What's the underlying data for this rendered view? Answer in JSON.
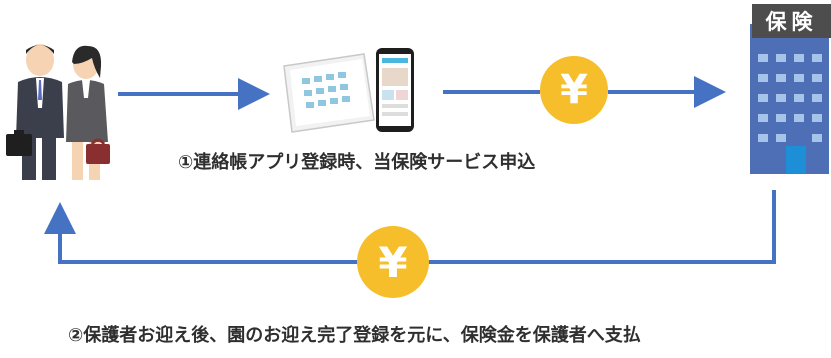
{
  "step1": {
    "caption": "①連絡帳アプリ登録時、当保険サービス申込"
  },
  "step2": {
    "caption": "②保護者お迎え後、園のお迎え完了登録を元に、保険金を保護者へ支払"
  },
  "building": {
    "sign": "保険"
  },
  "coins": {
    "symbol": "¥"
  },
  "colors": {
    "arrow": "#4672c4",
    "coin": "#f7be2b",
    "building": "#4e6fb5",
    "sign": "#4d4d4d"
  }
}
